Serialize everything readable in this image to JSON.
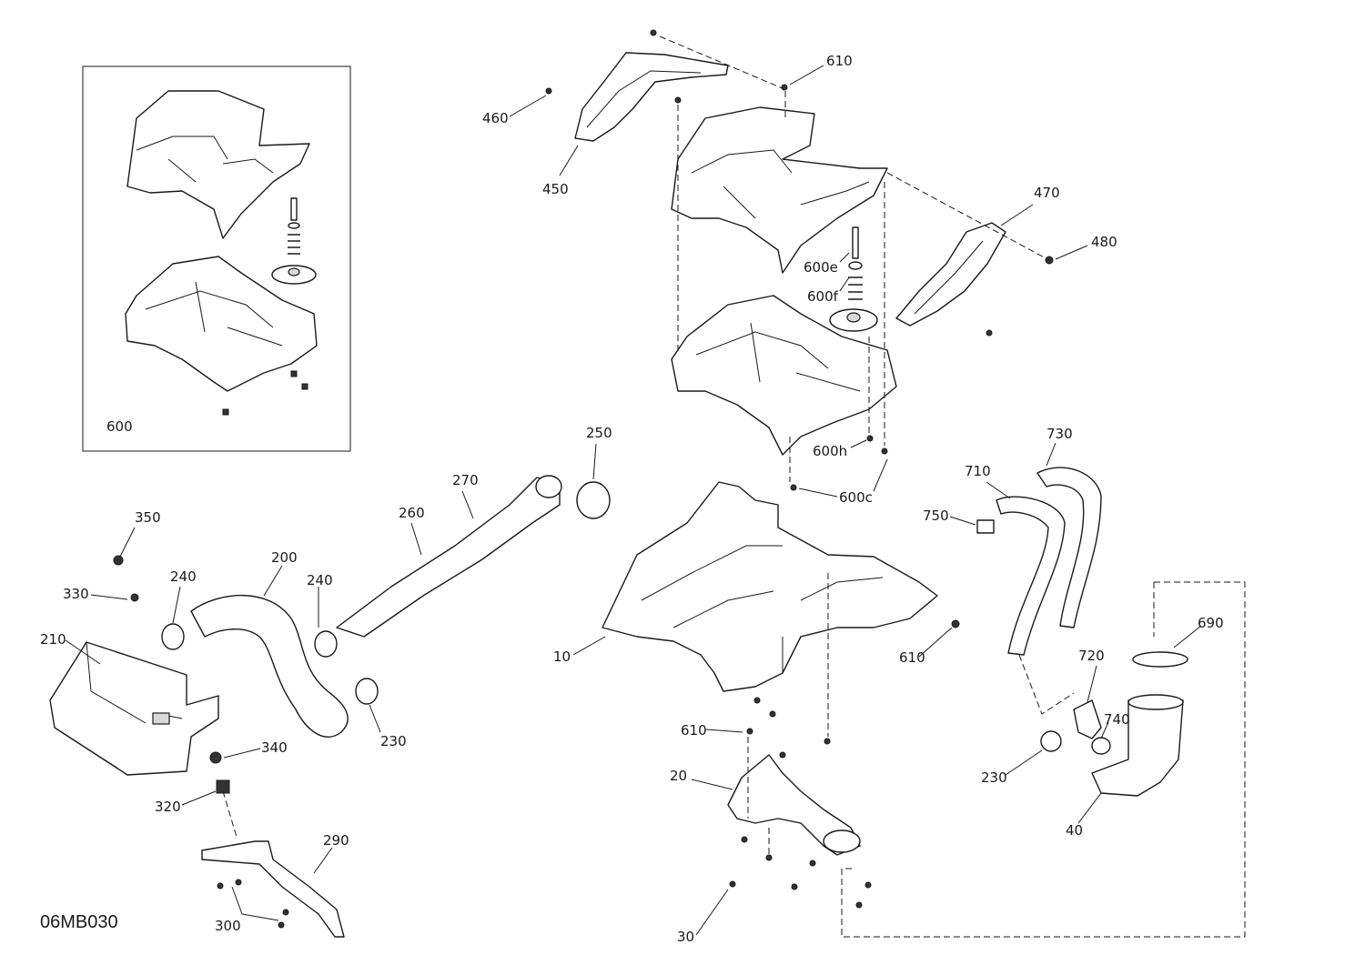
{
  "diagram": {
    "reference_code": "06MB030",
    "inset_label": "600",
    "callouts": [
      "460",
      "450",
      "610",
      "470",
      "480",
      "600e",
      "600f",
      "600h",
      "600c",
      "250",
      "270",
      "260",
      "350",
      "330",
      "240",
      "200",
      "240",
      "210",
      "340",
      "230",
      "320",
      "290",
      "300",
      "10",
      "610",
      "610",
      "20",
      "30",
      "730",
      "710",
      "750",
      "690",
      "720",
      "740",
      "230",
      "40"
    ]
  }
}
